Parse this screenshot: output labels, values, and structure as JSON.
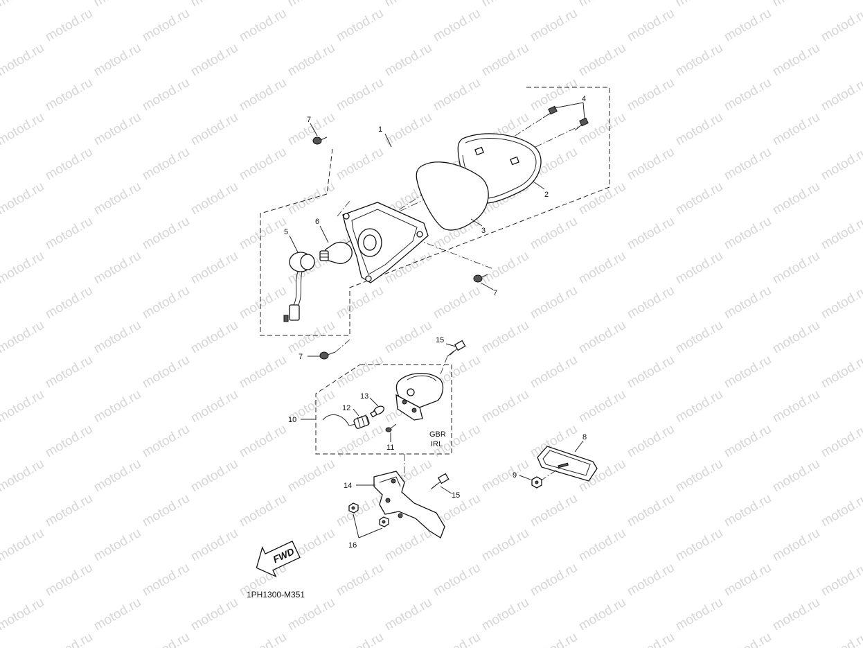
{
  "watermark": {
    "text": "motod.ru"
  },
  "diagram": {
    "code": "1PH1300-M351",
    "fwd_label": "FWD",
    "market_labels": [
      "GBR",
      "IRL"
    ],
    "callouts": [
      {
        "id": "c1",
        "label": "1"
      },
      {
        "id": "c2",
        "label": "2"
      },
      {
        "id": "c3",
        "label": "3"
      },
      {
        "id": "c4",
        "label": "4"
      },
      {
        "id": "c5",
        "label": "5"
      },
      {
        "id": "c6",
        "label": "6"
      },
      {
        "id": "c7a",
        "label": "7"
      },
      {
        "id": "c7b",
        "label": "7"
      },
      {
        "id": "c7c",
        "label": "7"
      },
      {
        "id": "c8",
        "label": "8"
      },
      {
        "id": "c9",
        "label": "9"
      },
      {
        "id": "c10",
        "label": "10"
      },
      {
        "id": "c11",
        "label": "11"
      },
      {
        "id": "c12",
        "label": "12"
      },
      {
        "id": "c13",
        "label": "13"
      },
      {
        "id": "c14",
        "label": "14"
      },
      {
        "id": "c15a",
        "label": "15"
      },
      {
        "id": "c15b",
        "label": "15"
      },
      {
        "id": "c16",
        "label": "16"
      }
    ]
  }
}
